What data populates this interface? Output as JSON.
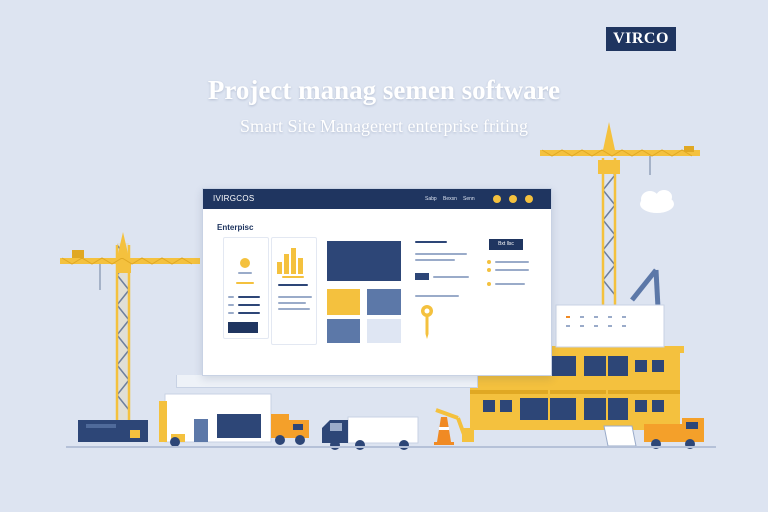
{
  "brand": {
    "logo_text": "VIRCO"
  },
  "hero": {
    "title": "Project manag semen software",
    "subtitle": "Smart Site Managerert enterprise friting"
  },
  "app": {
    "brand": "IVIRGCOS",
    "section_title": "Enterpisc",
    "nav": [
      "Sabp",
      "Bexsn",
      "Senn"
    ],
    "button_label": "Bxt llsc"
  },
  "colors": {
    "background": "#dde4f1",
    "navy": "#1f3560",
    "accent_yellow": "#f4c13e",
    "steel_blue": "#5c78a8",
    "light_blue": "#dfe6f3"
  },
  "icons": {
    "crane": "construction-crane",
    "truck": "delivery-truck",
    "cone": "traffic-cone",
    "cloud": "cloud"
  }
}
